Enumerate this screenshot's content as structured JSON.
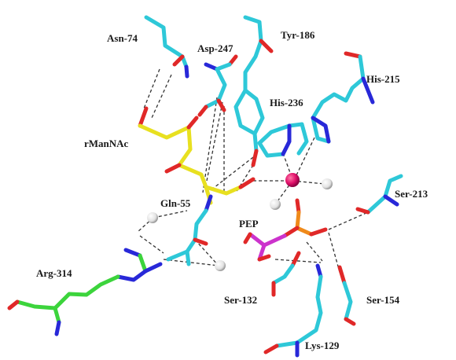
{
  "labels": {
    "asn74": "Asn-74",
    "asp247": "Asp-247",
    "tyr186": "Tyr-186",
    "his215": "His-215",
    "his236": "His-236",
    "rmannac": "rManNAc",
    "gln55": "Gln-55",
    "ser213": "Ser-213",
    "pep": "PEP",
    "arg314": "Arg-314",
    "ser132": "Ser-132",
    "ser154": "Ser-154",
    "lys129": "Lys-129"
  },
  "colors": {
    "carbon_protein": "#2ec8d8",
    "carbon_substrate": "#e8e020",
    "carbon_arg": "#3cd43c",
    "oxygen": "#e02828",
    "nitrogen": "#2828d8",
    "phosphorus": "#ef8a1a",
    "pep_carbon": "#cc33cc",
    "metal_ion": "#e0106a",
    "water": "#e8e8e8",
    "hbond": "#333333"
  }
}
